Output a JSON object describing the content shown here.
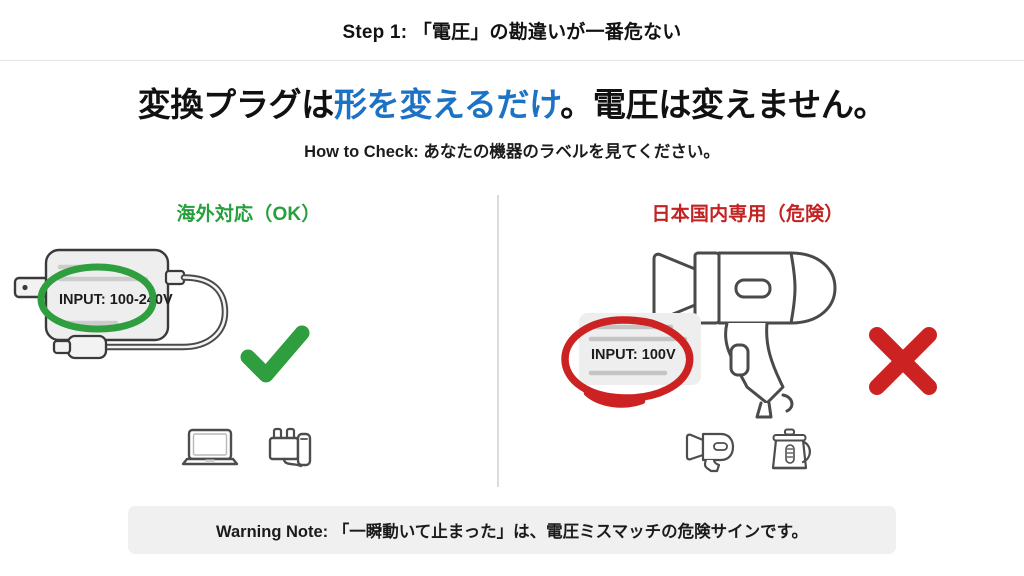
{
  "header": {
    "title": "Step 1: 「電圧」の勘違いが一番危ない"
  },
  "headline": {
    "part1": "変換プラグは",
    "accent": "形を変えるだけ",
    "part2": "。電圧は変えません。",
    "accent_color": "#1c72c4"
  },
  "subhead": {
    "text": "How to Check: あなたの機器のラベルを見てください。"
  },
  "columns": {
    "left": {
      "title": "海外対応（OK）",
      "title_color": "#26a03c",
      "label_text": "INPUT: 100-240V",
      "verdict_icon": "check-icon",
      "verdict_color": "#2e9e3e",
      "annotation_color": "#2e9e3e",
      "devices": [
        "laptop-icon",
        "charger-plug-icon"
      ]
    },
    "right": {
      "title": "日本国内専用（危険）",
      "title_color": "#c22222",
      "label_text": "INPUT: 100V",
      "verdict_icon": "cross-icon",
      "verdict_color": "#cc2222",
      "annotation_color": "#cc2222",
      "devices": [
        "hairdryer-icon",
        "kettle-icon"
      ]
    }
  },
  "footer": {
    "note": "Warning Note: 「一瞬動いて止まった」は、電圧ミスマッチの危険サインです。"
  }
}
